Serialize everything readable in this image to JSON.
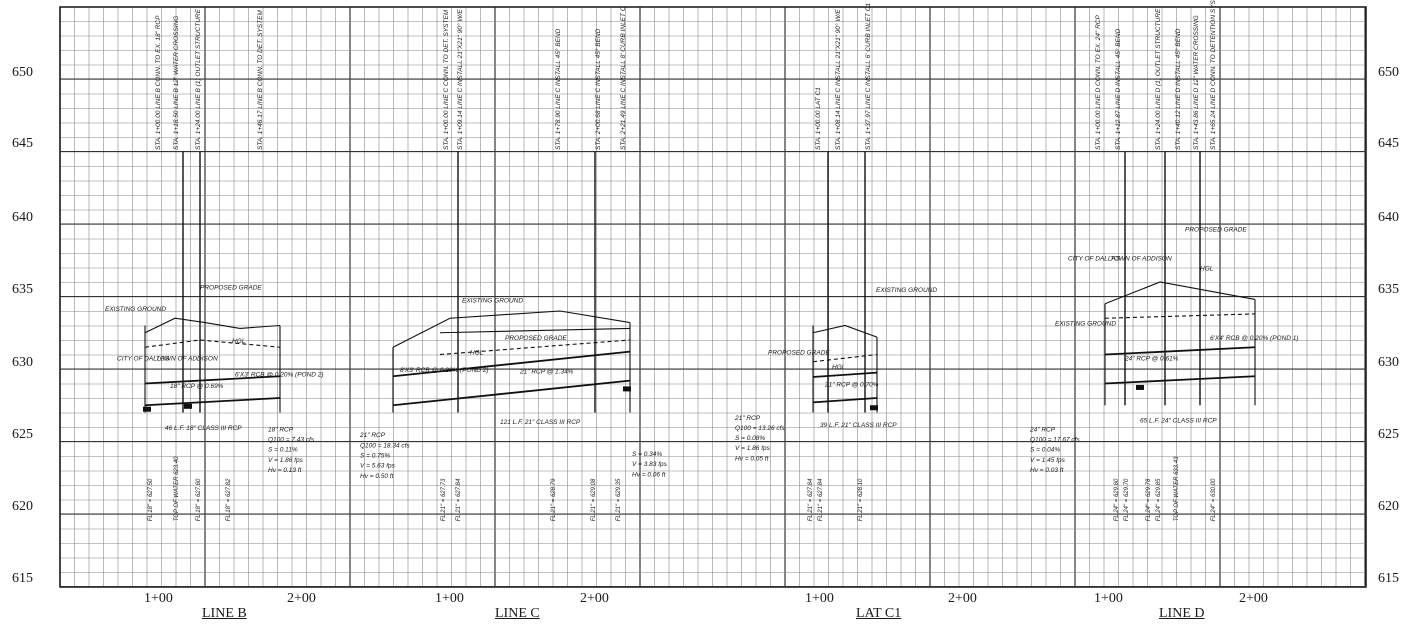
{
  "sheet": {
    "elevations_left": [
      "650",
      "645",
      "640",
      "635",
      "630",
      "625",
      "620",
      "615"
    ],
    "elevations_right": [
      "650",
      "645",
      "640",
      "635",
      "630",
      "625",
      "620",
      "615"
    ],
    "profiles": [
      {
        "title": "LINE B",
        "stations": [
          "1+00",
          "2+00"
        ],
        "callouts": [
          "STA. 1+00.00 LINE B CONN. TO EX. 18\" RCP",
          "STA. 1+18.50 LINE B 12\" WATER CROSSING",
          "STA. 1+24.00 LINE B (1) OUTLET STRUCTURE",
          "STA. 1+46.17 LINE B CONN. TO DET. SYSTEM"
        ],
        "labels": [
          "EXISTING GROUND",
          "PROPOSED GRADE",
          "HGL",
          "CITY OF DALLAS",
          "TOWN OF ADDISON",
          "6'X3' RCB @ 0.20% (POND 2)",
          "18\" RCP @ 0.69%",
          "46 L.F. 18\" CLASS III RCP",
          "18\" RCP",
          "Q100 = 7.43 cfs",
          "S = 0.11%",
          "V = 1.86 fps",
          "Hv = 0.13 ft",
          "FL 18\" = 627.50",
          "TOP OF WATER 623.40",
          "FL 18\" = 627.60",
          "FL 18\" = 627.82"
        ]
      },
      {
        "title": "LINE C",
        "stations": [
          "1+00",
          "2+00"
        ],
        "callouts": [
          "STA. 1+00.00 LINE C CONN. TO DET. SYSTEM",
          "STA. 1+09.14 LINE C INSTALL 21\"X21\" 90° W/E",
          "STA. 1+78.90 LINE C INSTALL 45° BEND",
          "STA. 2+00.68 LINE C INSTALL 45° BEND",
          "STA. 2+21.49 LINE C INSTALL 8' CURB INLET C"
        ],
        "labels": [
          "EXISTING GROUND",
          "PROPOSED GRADE",
          "HGL",
          "8'X3' RCB @ 0.20% (POND 2)",
          "21\" RCP @ 1.34%",
          "121 L.F. 21\" CLASS III RCP",
          "21\" RCP",
          "Q100 = 18.34 cfs",
          "S = 0.75%",
          "V = 5.63 fps",
          "Hv = 0.50 ft",
          "S = 0.34%",
          "V = 3.83 fps",
          "Hv = 0.06 ft",
          "FL 21\" = 627.73",
          "FL 21\" = 627.84",
          "FL 21\" = 628.79",
          "FL 21\" = 629.08",
          "FL 21\" = 629.35"
        ]
      },
      {
        "title": "LAT C1",
        "stations": [
          "1+00",
          "2+00"
        ],
        "callouts": [
          "STA. 1+00.00 LAT C1",
          "STA. 1+08.14 LINE C INSTALL 21\"X21\" 90° W/E",
          "STA. 1+37.97 LINE C INSTALL 6' CURB INLET C1"
        ],
        "labels": [
          "EXISTING GROUND",
          "PROPOSED GRADE",
          "HGL",
          "21\" RCP @ 0.70%",
          "39 L.F. 21\" CLASS III RCP",
          "21\" RCP",
          "Q100 = 13.26 cfs",
          "S = 0.08%",
          "V = 1.86 fps",
          "Hv = 0.05 ft",
          "FL 21\" = 627.84",
          "FL 21\" = 627.84",
          "FL 21\" = 628.10"
        ]
      },
      {
        "title": "LINE D",
        "stations": [
          "1+00",
          "2+00"
        ],
        "callouts": [
          "STA. 1+00.00 LINE D CONN. TO EX. 24\" RCP",
          "STA. 1+12.87 LINE D INSTALL 45° BEND",
          "STA. 1+24.00 LINE D (1) OUTLET STRUCTURE",
          "STA. 1+40.12 LINE D INSTALL 45° BEND",
          "STA. 1+43.86 LINE D 12\" WATER CROSSING",
          "STA. 1+65.24 LINE D CONN. TO DETENTION SYSTEM"
        ],
        "labels": [
          "CITY OF DALLAS",
          "TOWN OF ADDISON",
          "PROPOSED GRADE",
          "HGL",
          "EXISTING GROUND",
          "6'X4' RCB @ 0.20% (POND 1)",
          "24\" RCP @ 0.61%",
          "65 L.F. 24\" CLASS III RCP",
          "24\" RCP",
          "Q100 = 17.67 cfs",
          "S = 0.04%",
          "V = 1.45 fps",
          "Hv = 0.03 ft",
          "FL 24\" = 629.60",
          "FL 24\" = 629.70",
          "FL 24\" = 629.78",
          "FL 24\" = 629.85",
          "TOP OF WATER 633.43",
          "FL 24\" = 630.00"
        ]
      }
    ]
  }
}
